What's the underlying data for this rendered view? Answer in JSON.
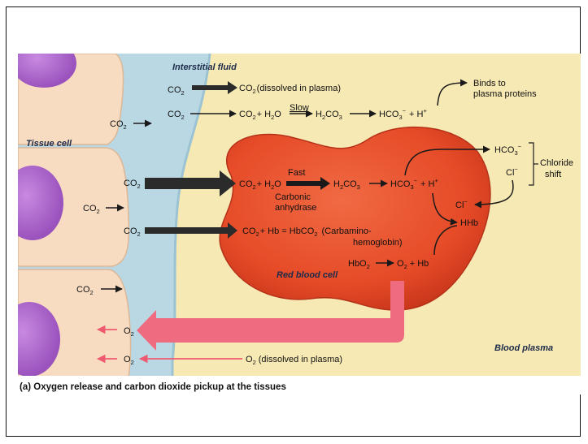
{
  "caption": "(a) Oxygen release and carbon dioxide pickup at the tissues",
  "regions": {
    "interstitial_fluid": "Interstitial fluid",
    "tissue_cell": "Tissue cell",
    "red_blood_cell": "Red blood cell",
    "blood_plasma": "Blood plasma"
  },
  "labels": {
    "co2": "CO",
    "co2_sub": "2",
    "co2_dissolved": "(dissolved in plasma)",
    "reaction_slow_lhs": "CO",
    "plus_h2o": "+ H",
    "h2o_sub": "2",
    "h2o_o": "O",
    "slow": "Slow",
    "h2co3": "H",
    "h2co3_sub2": "2",
    "h2co3_co": "CO",
    "h2co3_sub3": "3",
    "hco3": "HCO",
    "hco3_sub": "3",
    "hco3_sup": "−",
    "plus_h": "+ H",
    "h_sup": "+",
    "binds_line1": "Binds to",
    "binds_line2": "plasma proteins",
    "fast": "Fast",
    "carbonic": "Carbonic",
    "anhydrase": "anhydrase",
    "cl": "Cl",
    "cl_sup": "−",
    "chloride": "Chloride",
    "shift": "shift",
    "hhb": "HHb",
    "plus_hb": "+ Hb = HbCO",
    "hbco2_sub": "2",
    "carbamino1": "(Carbamino-",
    "carbamino2": "hemoglobin)",
    "hbo2": "HbO",
    "hbo2_sub": "2",
    "o2": "O",
    "o2_sub": "2",
    "plus_hb2": "+ Hb",
    "o2_dissolved": "(dissolved in plasma)"
  },
  "colors": {
    "plasma": "#f7e9b4",
    "interstitial": "#b8d7e3",
    "tissue_cell": "#f7dcc2",
    "nucleus": "#b16fd0",
    "rbc": "#e8532e",
    "o2_arrow": "#ef6b80",
    "dark_arrow": "#2b2b2b"
  }
}
